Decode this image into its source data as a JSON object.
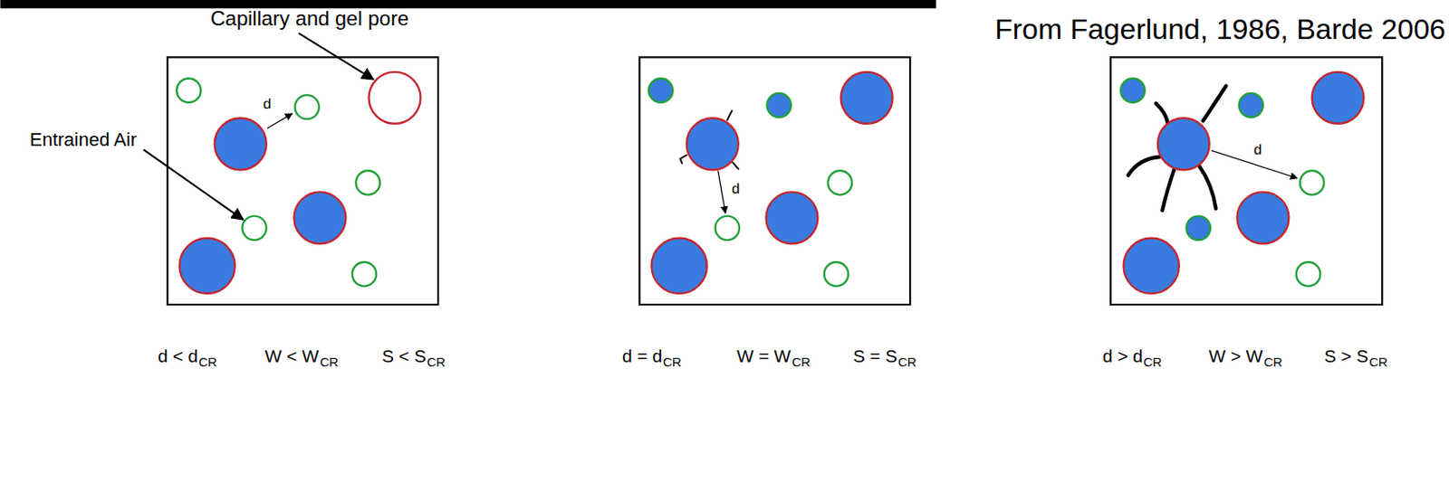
{
  "diagram": {
    "labels": [
      "Capillary and gel pore",
      "Entrained Air",
      "d",
      "d",
      "d",
      "From Fagerlund, 1986, Barde 2006",
      "d < d",
      "CR",
      "W < W",
      "CR",
      "S < S",
      "CR",
      "d = d",
      "CR",
      "W = W",
      "CR",
      "S = S",
      "CR",
      "d > d",
      "CR",
      "W > W",
      "CR",
      "S > S",
      "CR"
    ]
  }
}
